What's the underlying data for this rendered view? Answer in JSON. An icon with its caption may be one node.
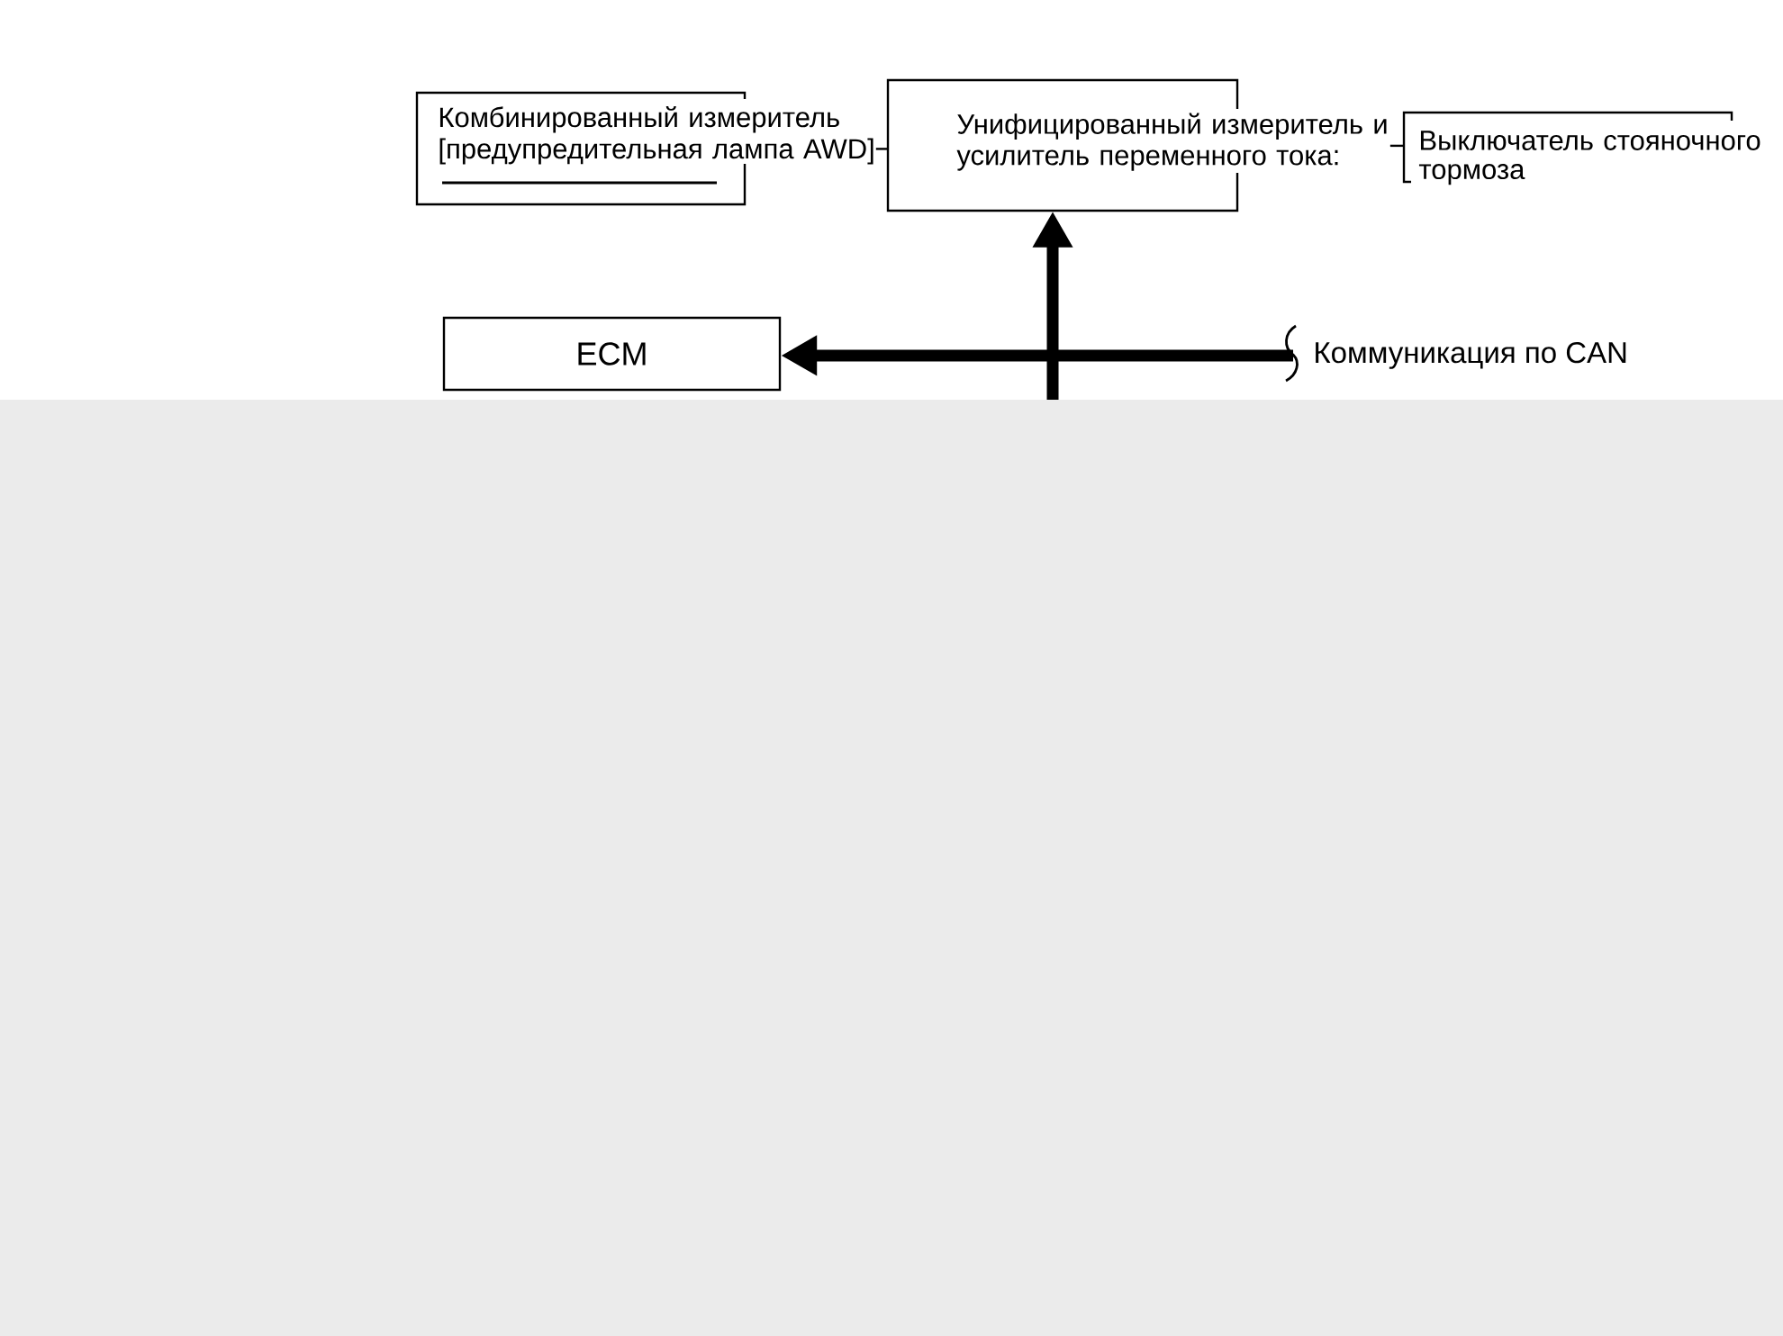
{
  "diagram": {
    "nodes": [
      {
        "text": [
          "Комбинированный измеритель [предупредительная лампа AWD]"
        ]
      },
      {
        "text": [
          "Унифицированный измеритель и усилитель переменного тока:"
        ]
      },
      {
        "text": [
          "Выключатель стояночного тормоза"
        ]
      },
      {
        "text": [
          "ECM"
        ]
      },
      {
        "text": [
          "Коммуникация по CAN"
        ]
      }
    ],
    "edges": [
      {
        "from": 0,
        "to": 1,
        "arrow": "none"
      },
      {
        "from": 1,
        "to": 2,
        "arrow": "none"
      },
      {
        "from": 4,
        "to": 3,
        "arrow": "to",
        "style": "thick"
      },
      {
        "from": null,
        "to": 1,
        "arrow": "to",
        "style": "thick"
      }
    ]
  }
}
